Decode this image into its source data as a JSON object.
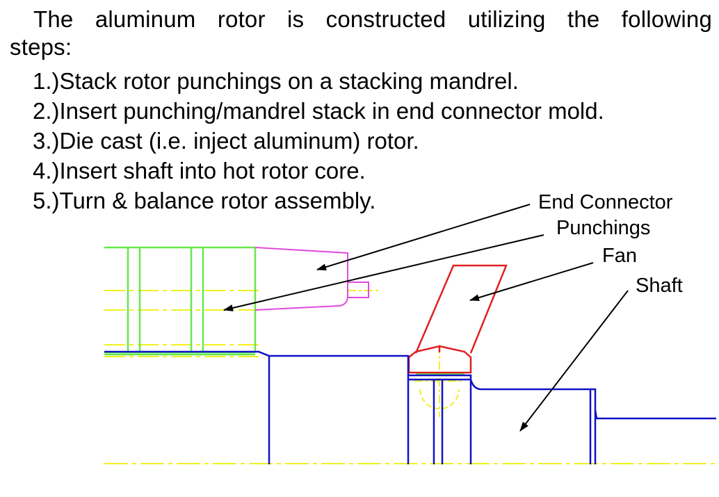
{
  "intro": {
    "line1": "The aluminum rotor is constructed utilizing the following",
    "line2": "steps:"
  },
  "steps": [
    "1.)Stack rotor punchings on a stacking mandrel.",
    "2.)Insert punching/mandrel stack in end connector mold.",
    "3.)Die cast (i.e. inject aluminum) rotor.",
    "4.)Insert shaft into hot rotor core.",
    "5.)Turn & balance rotor assembly."
  ],
  "labels": {
    "end_connector": "End Connector",
    "punchings": "Punchings",
    "fan": "Fan",
    "shaft": "Shaft"
  },
  "colors": {
    "punchings": "#66e84a",
    "end_connector": "#e04ae0",
    "fan": "#e02020",
    "shaft": "#1010c8",
    "centerline": "#f0f020",
    "leader": "#000000"
  }
}
